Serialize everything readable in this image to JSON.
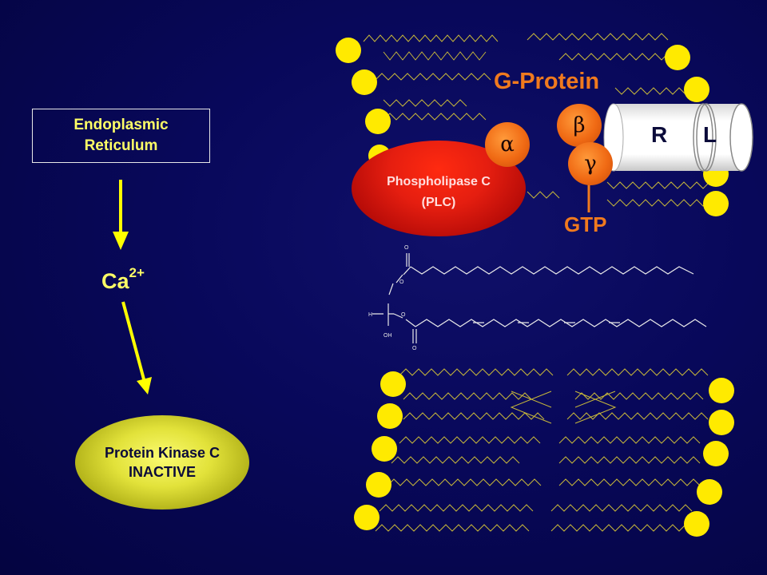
{
  "er": {
    "line1": "Endoplasmic",
    "line2": "Reticulum"
  },
  "calcium": {
    "symbol": "Ca",
    "charge": "2+"
  },
  "pkc": {
    "line1": "Protein Kinase C",
    "line2": "INACTIVE"
  },
  "plc": {
    "line1": "Phospholipase C",
    "line2": "(PLC)"
  },
  "gprotein": {
    "label": "G-Protein",
    "alpha": "α",
    "beta": "β",
    "gamma": "γ"
  },
  "gtp": "GTP",
  "receptor": {
    "r": "R",
    "l": "L"
  },
  "dag": {
    "atom_o": "O",
    "atom_h": "H",
    "atom_oh": "OH"
  },
  "colors": {
    "background": "#08085a",
    "yellow_text": "#ffff66",
    "lipid_head": "#ffea00",
    "gprotein_orange": "#f07a1e",
    "plc_red": "#e51e10"
  }
}
